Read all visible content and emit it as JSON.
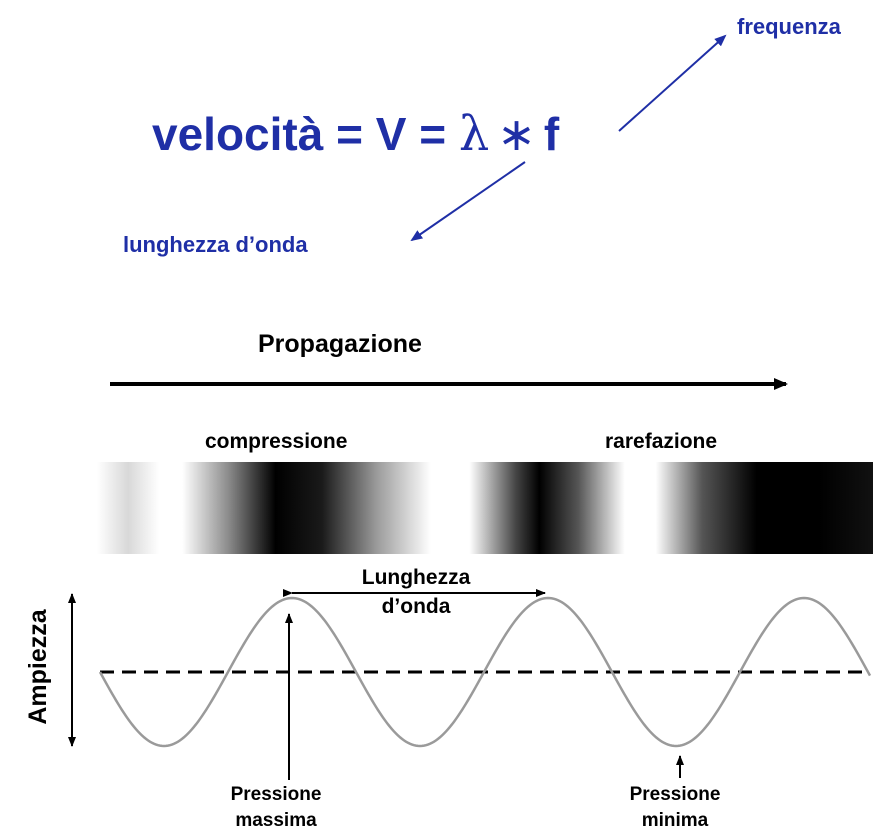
{
  "formula": {
    "text": "velocità = V = ",
    "lambda": "λ",
    "operator": "∗",
    "f": "f",
    "label_frequency": "frequenza",
    "label_wavelength": "lunghezza d’onda"
  },
  "diagram": {
    "propagation_label": "Propagazione",
    "compression_label": "compressione",
    "rarefaction_label": "rarefazione",
    "wavelength_label_line1": "Lunghezza",
    "wavelength_label_line2": "d’onda",
    "amplitude_label": "Ampiezza",
    "max_pressure_line1": "Pressione",
    "max_pressure_line2": "massima",
    "min_pressure_line1": "Pressione",
    "min_pressure_line2": "minima"
  },
  "colors": {
    "formula_blue": "#1f2fa6",
    "black": "#000000",
    "wave_gray": "#9a9a9a"
  }
}
